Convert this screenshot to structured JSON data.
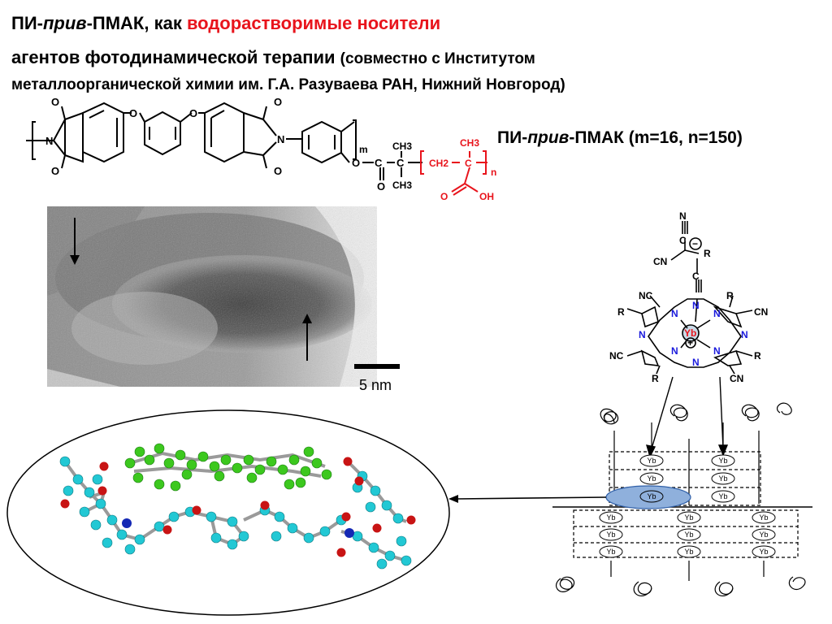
{
  "title": {
    "line1_prefix": "ПИ-",
    "line1_italic": "прив",
    "line1_mid": "-ПМАК, как ",
    "line1_red": "водорастворимые носители",
    "line2_main": "агентов фотодинамической терапии ",
    "line2_small": "(совместно с Институтом",
    "line3": "металлоорганической химии им. Г.А. Разуваева РАН, Нижний Новгород)"
  },
  "polymer_label": {
    "prefix": "ПИ-",
    "italic": "прив",
    "suffix": "-ПМАК (m=16, n=150)"
  },
  "structure": {
    "O": "O",
    "N": "N",
    "m": "m",
    "n": "n",
    "CH3": "CH3",
    "CH2": "CH2",
    "C": "C",
    "OH": "OH"
  },
  "micrograph": {
    "scale_label": "5 nm"
  },
  "phthalocyanine": {
    "metal": "Yb",
    "cn": "CN",
    "nc": "NC",
    "r": "R",
    "n_atom": "N",
    "c_atom": "C",
    "minus": "−",
    "plus": "+"
  },
  "assembly": {
    "yb": "Yb"
  },
  "colors": {
    "red": "#e8141c",
    "blue": "#1a1adc",
    "teal": "#22c8d4",
    "green": "#3cc81e",
    "oxygen": "#c81414",
    "nitrogen": "#1428b4",
    "highlight": "#8fb0dc"
  }
}
